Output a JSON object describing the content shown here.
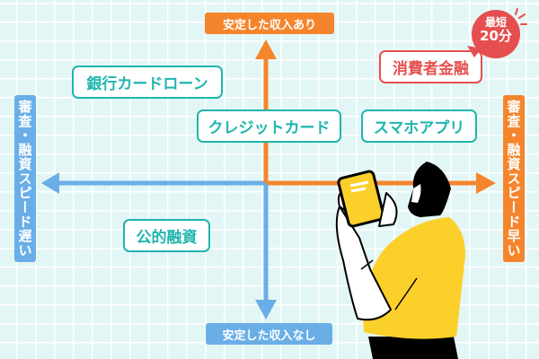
{
  "axis": {
    "top": "安定した収入あり",
    "bottom": "安定した収入なし",
    "left": "審査・融資スピード遅い",
    "right": "審査・融資スピード早い"
  },
  "items": {
    "bank_card_loan": "銀行カードローン",
    "credit_card": "クレジットカード",
    "smartphone_app": "スマホアプリ",
    "public_loan": "公的融資",
    "consumer_finance": "消費者金融"
  },
  "badge": {
    "line1": "最短",
    "line2": "20分"
  },
  "colors": {
    "orange": "#f5852c",
    "blue": "#6aaee8",
    "teal": "#1fb5ad",
    "red": "#e64f4f",
    "yellow": "#fcd02a"
  }
}
